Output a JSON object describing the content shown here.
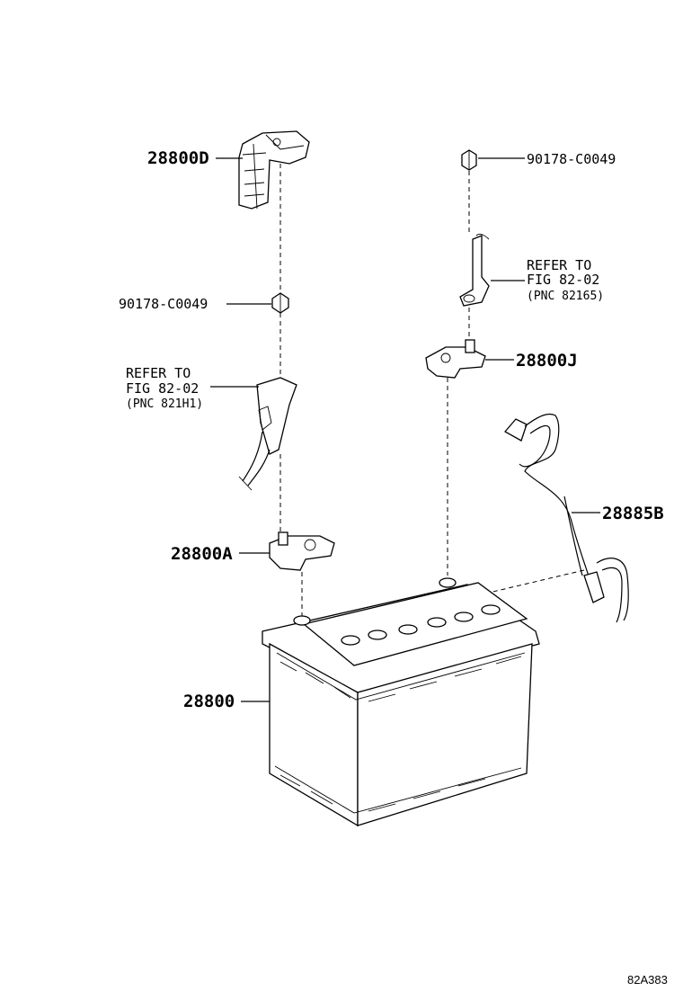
{
  "figure_id": "82A383",
  "callouts": {
    "terminal_d": "28800D",
    "nut_top": "90178-C0049",
    "nut_left": "90178-C0049",
    "terminal_j": "28800J",
    "terminal_a": "28800A",
    "cable_b": "28885B",
    "battery": "28800"
  },
  "references": {
    "right": {
      "line1": "REFER TO",
      "line2": "FIG 82-02",
      "line3": "(PNC 82165)"
    },
    "left": {
      "line1": "REFER TO",
      "line2": "FIG 82-02",
      "line3": "(PNC 821H1)"
    }
  }
}
